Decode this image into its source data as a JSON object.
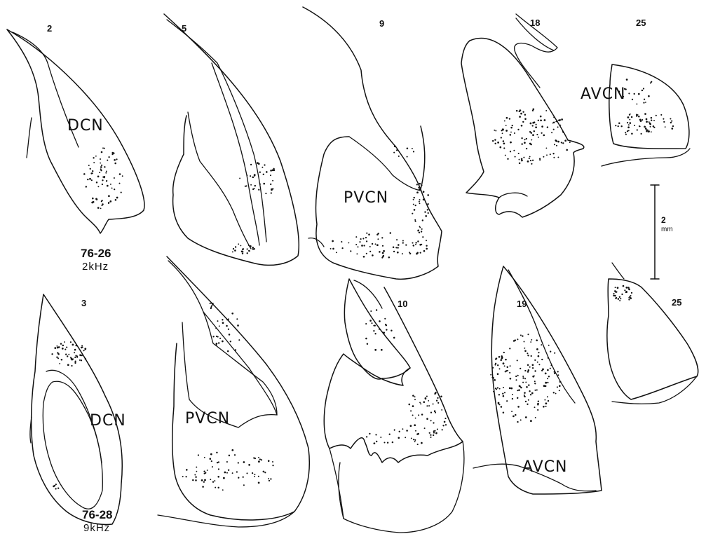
{
  "sections": [
    {
      "id": "s2",
      "number": "2",
      "region": "DCN"
    },
    {
      "id": "s5",
      "number": "5",
      "region": ""
    },
    {
      "id": "s9",
      "number": "9",
      "region": "PVCN"
    },
    {
      "id": "s18",
      "number": "18",
      "region": ""
    },
    {
      "id": "s25a",
      "number": "25",
      "region": "AVCN"
    },
    {
      "id": "s3",
      "number": "3",
      "region": "DCN"
    },
    {
      "id": "s7",
      "number": "7",
      "region": "PVCN"
    },
    {
      "id": "s10",
      "number": "10",
      "region": ""
    },
    {
      "id": "s19",
      "number": "19",
      "region": "AVCN"
    },
    {
      "id": "s25b",
      "number": "25",
      "region": ""
    }
  ],
  "cases": [
    {
      "id": "c1",
      "case": "76-26",
      "frequency": "2kHz"
    },
    {
      "id": "c2",
      "case": "76-28",
      "frequency": "9kHz"
    }
  ],
  "scale_bar": {
    "value": "2",
    "unit": "mm"
  },
  "colors": {
    "ink": "#111111",
    "background": "#ffffff"
  }
}
